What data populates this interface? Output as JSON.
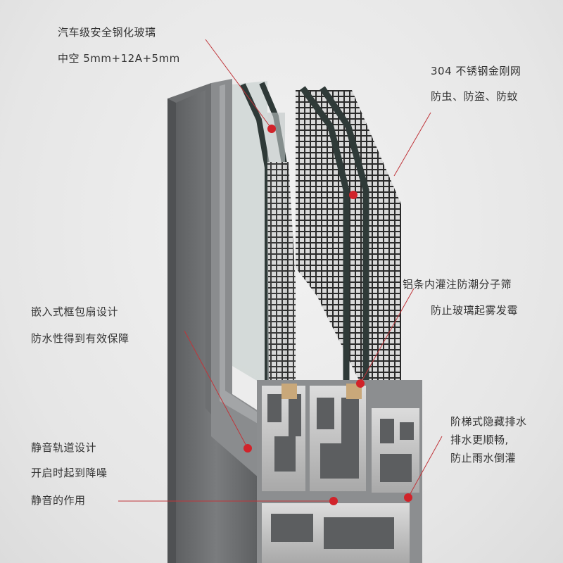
{
  "callouts": {
    "glass": {
      "line1": "汽车级安全钢化玻璃",
      "line2": "中空 5mm+12A+5mm"
    },
    "mesh": {
      "line1": "304 不锈钢金刚网",
      "line2": "防虫、防盗、防蚊"
    },
    "spacer": {
      "line1": "铝条内灌注防潮分子筛",
      "line2": "防止玻璃起雾发霉"
    },
    "frame": {
      "line1": "嵌入式框包扇设计",
      "line2": "防水性得到有效保障"
    },
    "track": {
      "line1": "静音轨道设计",
      "line2": "开启时起到降噪",
      "line3": "静音的作用"
    },
    "drain": {
      "line1": "阶梯式隐藏排水",
      "line2": "排水更顺畅,",
      "line3": "防止雨水倒灌"
    }
  },
  "colors": {
    "frame": "#6f7173",
    "glass": "#3a4a48",
    "marker": "#d1232a",
    "leader": "#c0353a"
  }
}
